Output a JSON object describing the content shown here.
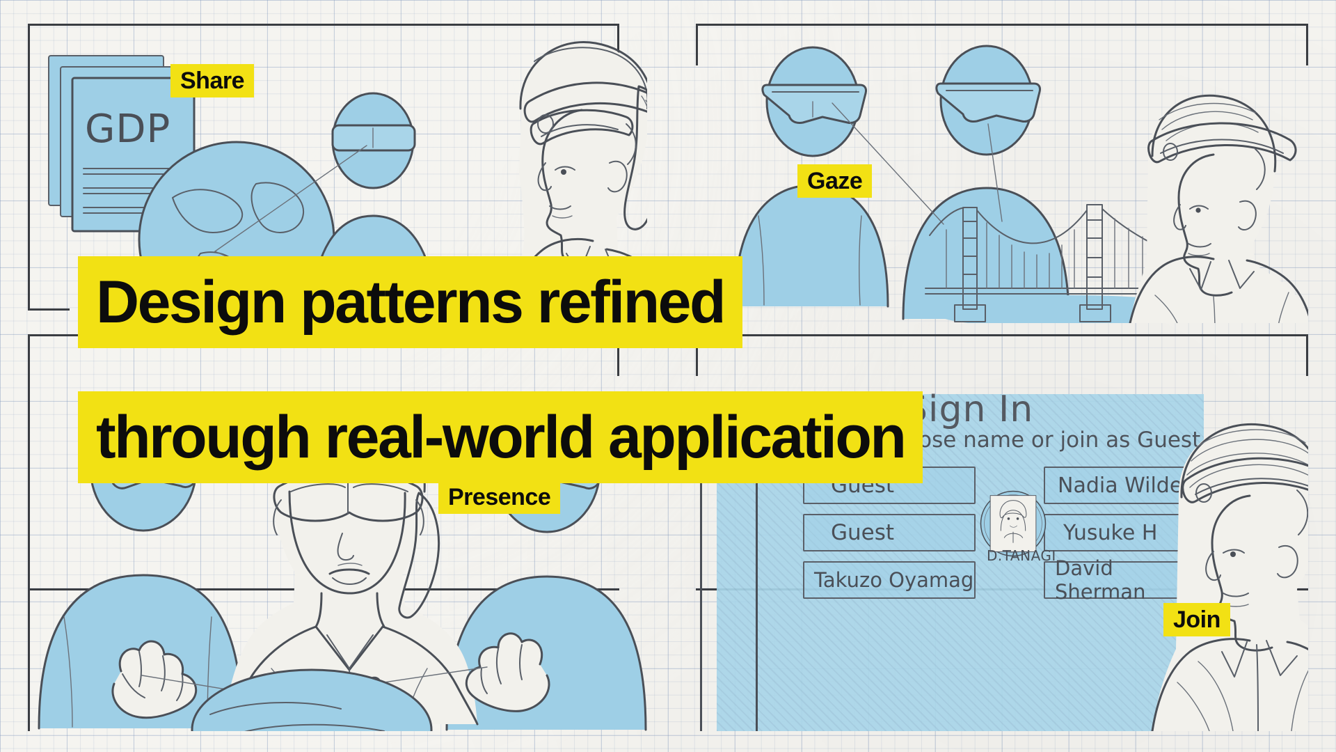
{
  "meta": {
    "accent_yellow": "#F2E114",
    "sketch_blue": "#9ecfe6",
    "pencil_gray": "#4a4f57",
    "paper_bg": "#f5f4f0"
  },
  "headline": {
    "line1": "Design patterns refined",
    "line2": "through real-world application"
  },
  "panels": [
    {
      "id": "share",
      "tag": "Share",
      "document_label": "GDP"
    },
    {
      "id": "gaze",
      "tag": "Gaze"
    },
    {
      "id": "presence",
      "tag": "Presence"
    },
    {
      "id": "join",
      "tag": "Join",
      "signin": {
        "title": "Sign In",
        "subtitle": "Please choose name or join as Guest",
        "left_column": [
          "Guest",
          "Guest",
          "Takuzo Oyamag"
        ],
        "right_column": [
          "Nadia Wilde",
          "Yusuke H",
          "David Sherman"
        ],
        "badge_name": "D.TANAGI"
      }
    }
  ]
}
